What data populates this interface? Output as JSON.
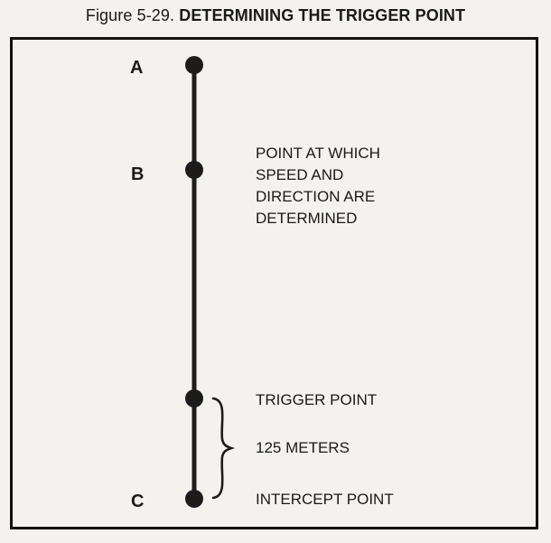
{
  "figure": {
    "number": "Figure 5-29.",
    "title": "DETERMINING THE TRIGGER POINT"
  },
  "points": {
    "a": {
      "letter": "A"
    },
    "b": {
      "letter": "B"
    },
    "c": {
      "letter": "C"
    }
  },
  "annotations": {
    "speed_direction": [
      "POINT AT WHICH",
      "SPEED AND",
      "DIRECTION ARE",
      "DETERMINED"
    ],
    "trigger_point": "TRIGGER POINT",
    "distance": "125 METERS",
    "intercept_point": "INTERCEPT POINT"
  }
}
